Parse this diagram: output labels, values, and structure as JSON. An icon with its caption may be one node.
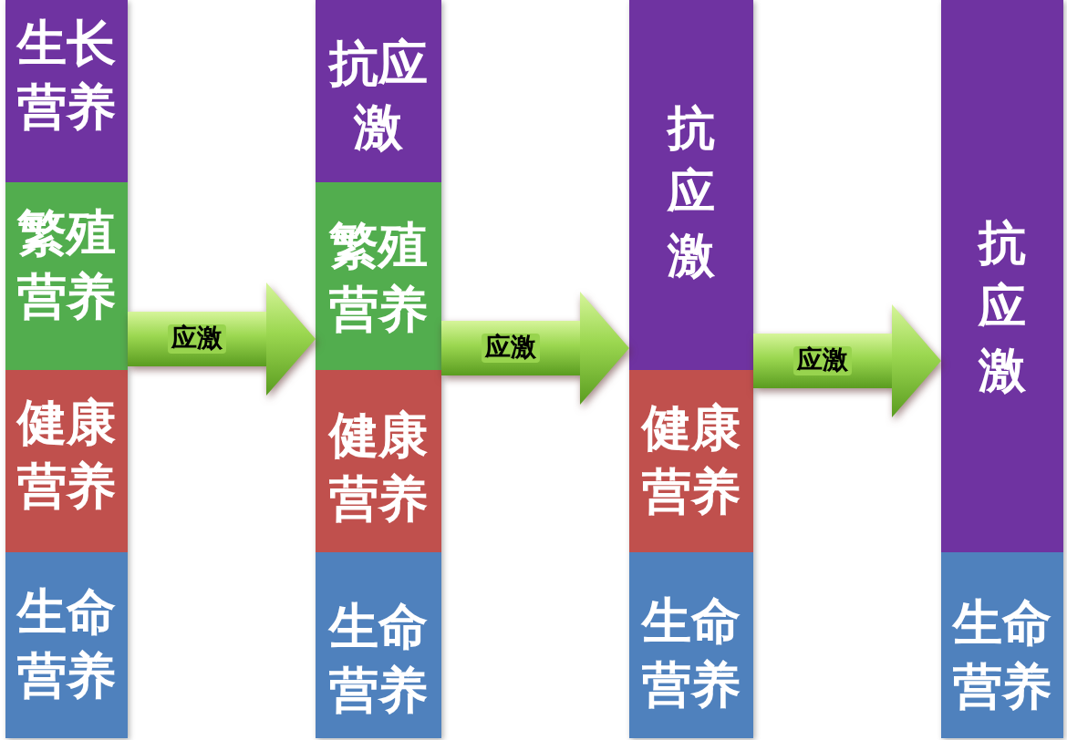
{
  "diagram": {
    "nodes": [
      {
        "text": [],
        "shape": "bar"
      },
      {
        "text": [
          "生长营养"
        ],
        "in": 0
      },
      {
        "text": [
          "繁殖营养"
        ],
        "in": 0
      },
      {
        "text": [
          "健康营养"
        ],
        "in": 0
      },
      {
        "text": [
          "生命营养"
        ],
        "in": 0
      },
      {
        "text": [],
        "shape": "bar"
      },
      {
        "text": [
          "抗应激"
        ],
        "in": 5
      },
      {
        "text": [
          "繁殖营养"
        ],
        "in": 5
      },
      {
        "text": [
          "健康营养"
        ],
        "in": 5
      },
      {
        "text": [
          "生命营养"
        ],
        "in": 5
      },
      {
        "text": [],
        "shape": "bar"
      },
      {
        "text": [
          "抗应激"
        ],
        "in": 10
      },
      {
        "text": [
          "健康营养"
        ],
        "in": 10
      },
      {
        "text": [
          "生命营养"
        ],
        "in": 10
      },
      {
        "text": [],
        "shape": "bar"
      },
      {
        "text": [
          "抗应激"
        ],
        "in": 14
      },
      {
        "text": [
          "生命营养"
        ],
        "in": 14
      }
    ],
    "edges": [
      {
        "from": 0,
        "to": 5,
        "arrow": "to",
        "label": "应激"
      },
      {
        "from": 5,
        "to": 10,
        "arrow": "to",
        "label": "应激"
      },
      {
        "from": 10,
        "to": 14,
        "arrow": "to",
        "label": "应激"
      }
    ]
  }
}
